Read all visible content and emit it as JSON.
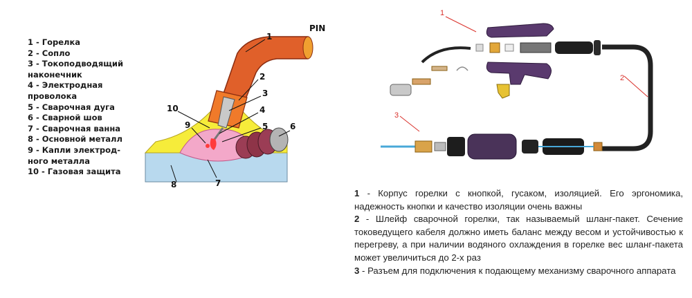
{
  "legend": [
    "1 - Горелка",
    "2 - Сопло",
    "3 - Токоподводящий",
    "наконечник",
    "4 - Электродная",
    "проволока",
    "5 - Сварочная дуга",
    "6 - Сварной шов",
    "7 - Сварочная ванна",
    "8 - Основной металл",
    "9 - Капли электрод-",
    "ного металла",
    "10 - Газовая защита"
  ],
  "left_diagram": {
    "pin_label": "PIN",
    "callouts": [
      "1",
      "2",
      "3",
      "4",
      "5",
      "6",
      "7",
      "8",
      "9",
      "10"
    ]
  },
  "right_diagram": {
    "callouts": [
      "1",
      "2",
      "3"
    ],
    "callout_color": "#d9302a"
  },
  "description": [
    {
      "num": "1",
      "text": " - Корпус горелки с кнопкой, гусаком, изоляцией. Его эргономика, надежность кнопки и качество изоляции очень важны"
    },
    {
      "num": "2",
      "text": " - Шлейф сварочной горелки, так называемый шланг-пакет. Сечение токоведущего кабеля должно иметь баланс между весом и устойчивостью к перегреву, а при наличии водяного охлаждения в горелке вес шланг-пакета может увеличиться до 2-х раз"
    },
    {
      "num": "3",
      "text": " - Разъем для подключения к подающему механизму сварочного аппарата"
    }
  ]
}
